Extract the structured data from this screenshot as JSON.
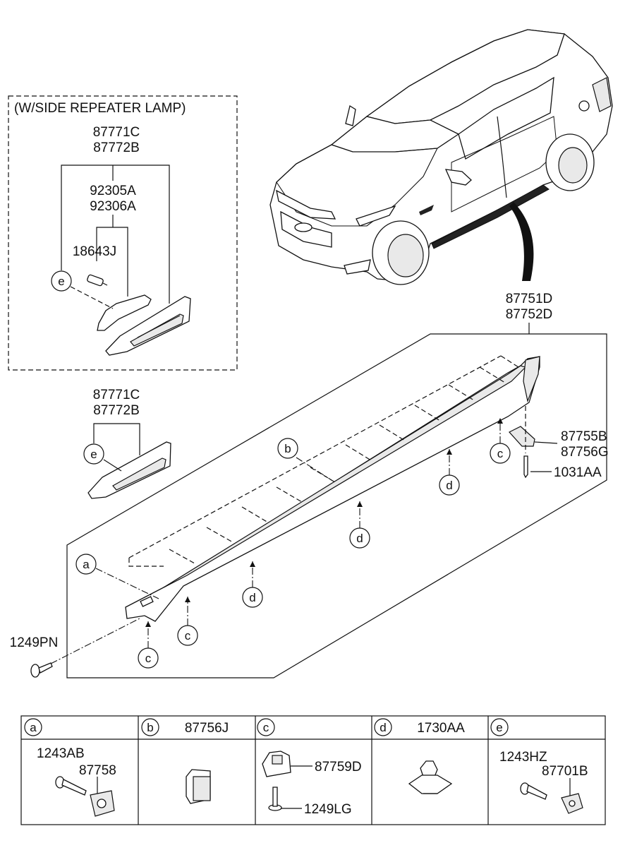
{
  "inset_title": "(W/SIDE REPEATER LAMP)",
  "labels": {
    "garnish_lh_top": "87771C",
    "garnish_rh_top": "87772B",
    "lamp_lh": "92305A",
    "lamp_rh": "92306A",
    "bulb": "18643J",
    "garnish_lh_mid": "87771C",
    "garnish_rh_mid": "87772B",
    "moulding_lh": "87751D",
    "moulding_rh": "87752D",
    "end_lh": "87755B",
    "end_rh": "87756G",
    "end_fastener": "1031AA",
    "screw": "1249PN"
  },
  "callouts": {
    "a": "a",
    "b": "b",
    "c": "c",
    "d": "d",
    "e": "e"
  },
  "table": {
    "cells": [
      {
        "letter": "a",
        "header_part": "",
        "parts": [
          "1243AB",
          "87758"
        ]
      },
      {
        "letter": "b",
        "header_part": "87756J",
        "parts": []
      },
      {
        "letter": "c",
        "header_part": "",
        "parts": [
          "87759D",
          "1249LG"
        ]
      },
      {
        "letter": "d",
        "header_part": "1730AA",
        "parts": []
      },
      {
        "letter": "e",
        "header_part": "",
        "parts": [
          "1243HZ",
          "87701B"
        ]
      }
    ]
  }
}
